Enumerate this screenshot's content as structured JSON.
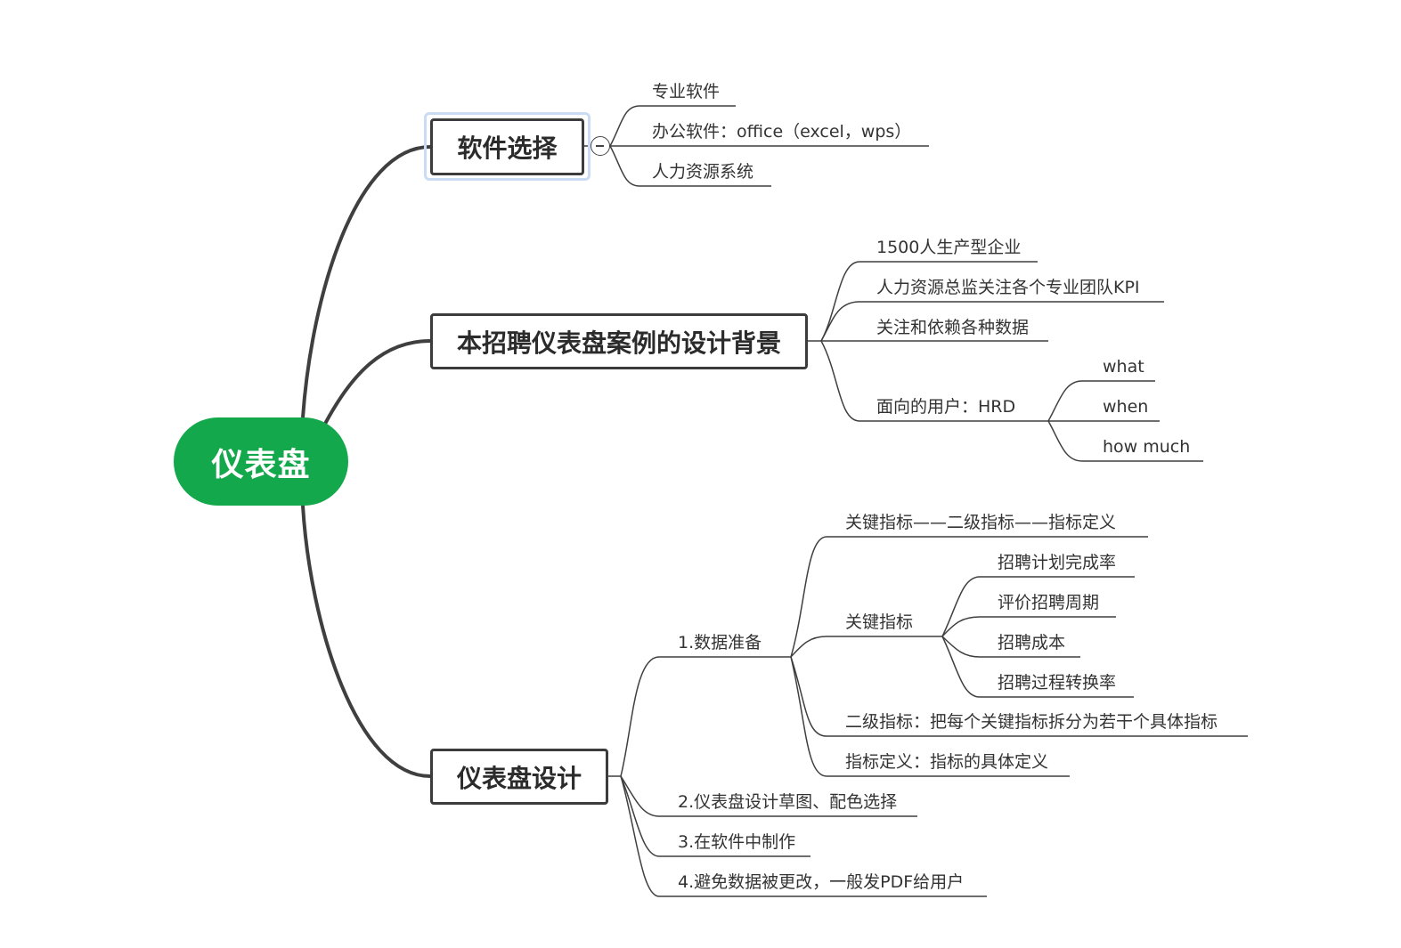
{
  "root": {
    "label": "仪表盘",
    "color": "#13a84b"
  },
  "branches": [
    {
      "label": "软件选择",
      "selected": true,
      "collapse_icon": "minus-circle-icon",
      "children": [
        {
          "label": "专业软件"
        },
        {
          "label": "办公软件：office（excel，wps）"
        },
        {
          "label": "人力资源系统"
        }
      ]
    },
    {
      "label": "本招聘仪表盘案例的设计背景",
      "children": [
        {
          "label": "1500人生产型企业"
        },
        {
          "label": "人力资源总监关注各个专业团队KPI"
        },
        {
          "label": "关注和依赖各种数据"
        },
        {
          "label": "面向的用户：HRD",
          "children": [
            {
              "label": "what"
            },
            {
              "label": "when"
            },
            {
              "label": "how much"
            }
          ]
        }
      ]
    },
    {
      "label": "仪表盘设计",
      "children": [
        {
          "label": "1.数据准备",
          "children": [
            {
              "label": "关键指标——二级指标——指标定义"
            },
            {
              "label": "关键指标",
              "children": [
                {
                  "label": "招聘计划完成率"
                },
                {
                  "label": "评价招聘周期"
                },
                {
                  "label": "招聘成本"
                },
                {
                  "label": "招聘过程转换率"
                }
              ]
            },
            {
              "label": "二级指标：把每个关键指标拆分为若干个具体指标"
            },
            {
              "label": "指标定义：指标的具体定义"
            }
          ]
        },
        {
          "label": "2.仪表盘设计草图、配色选择"
        },
        {
          "label": "3.在软件中制作"
        },
        {
          "label": "4.避免数据被更改，一般发PDF给用户"
        }
      ]
    }
  ]
}
